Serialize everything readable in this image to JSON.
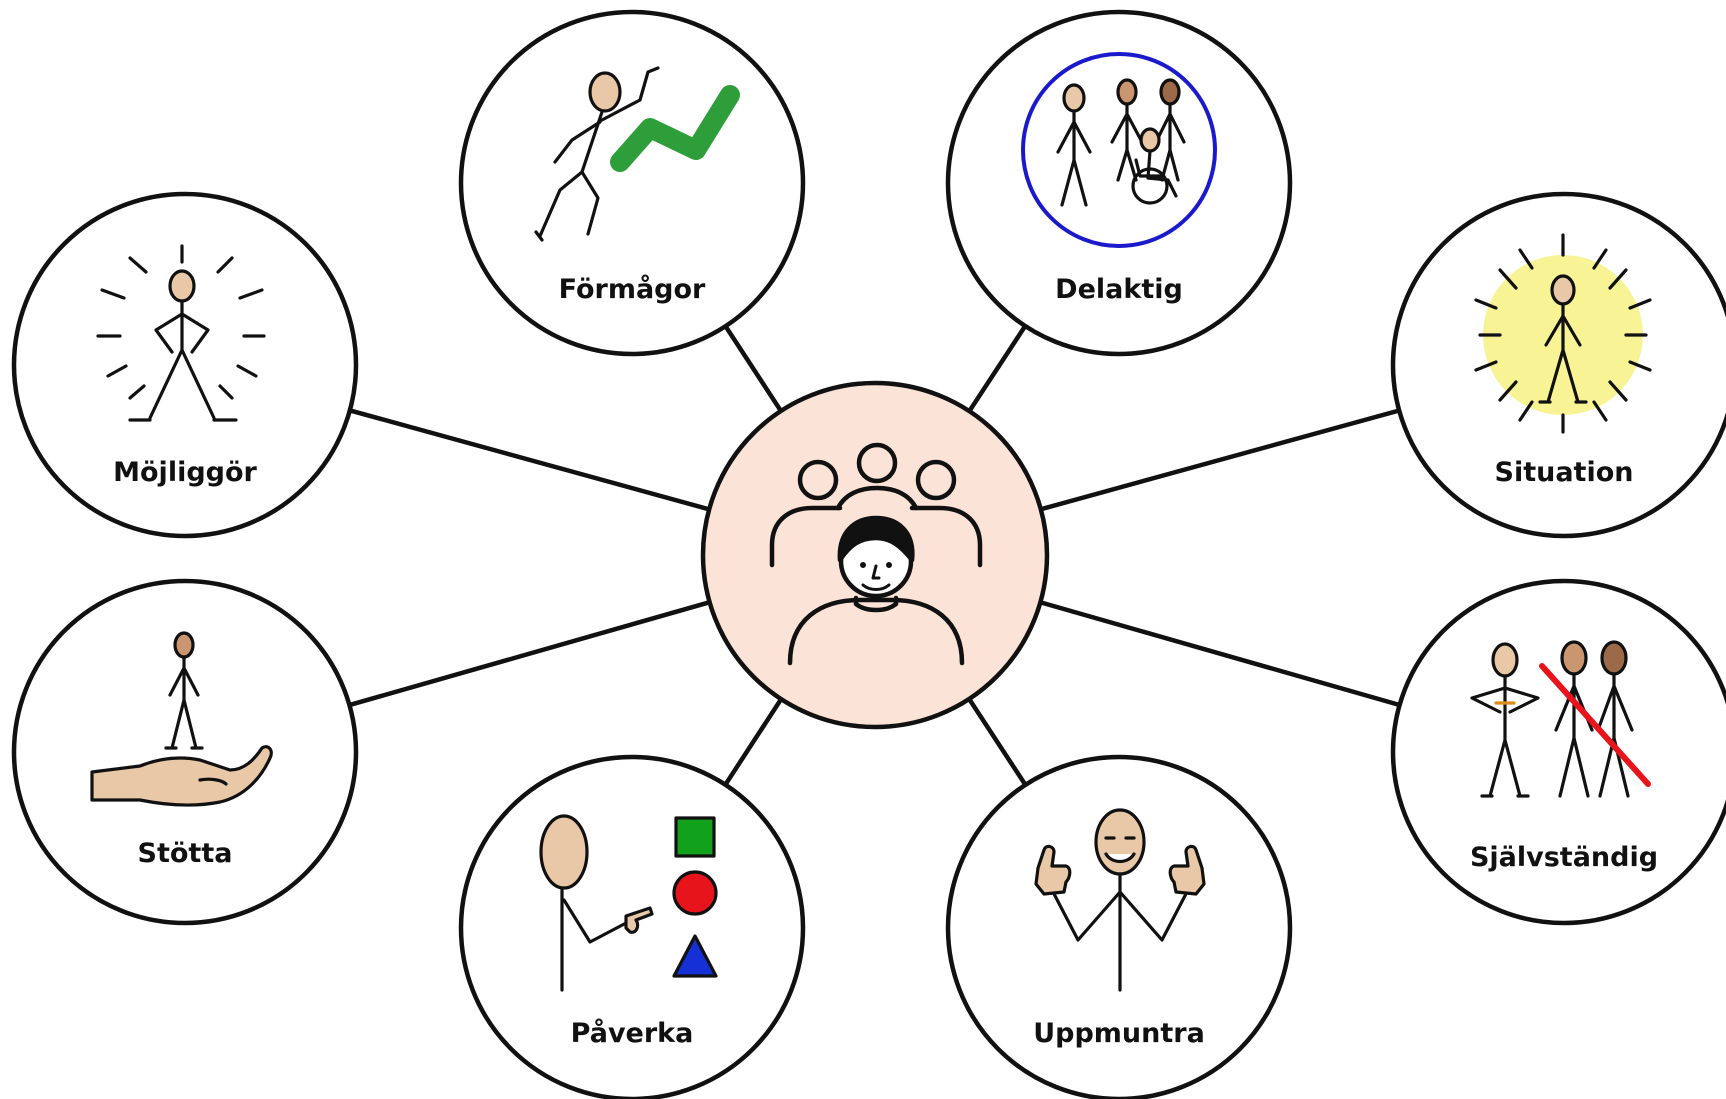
{
  "diagram": {
    "center": {
      "name": "group-with-person",
      "fill": "#fbe3d8"
    },
    "nodes": [
      {
        "id": "formagor",
        "label": "Förmågor",
        "icon": "running-figure-checkmark-icon"
      },
      {
        "id": "delaktig",
        "label": "Delaktig",
        "icon": "group-in-circle-icon"
      },
      {
        "id": "situation",
        "label": "Situation",
        "icon": "figure-in-sunlight-icon"
      },
      {
        "id": "sjalvstandig",
        "label": "Självständig",
        "icon": "figure-crossed-group-icon"
      },
      {
        "id": "uppmuntra",
        "label": "Uppmuntra",
        "icon": "thumbs-up-figure-icon"
      },
      {
        "id": "paverka",
        "label": "Påverka",
        "icon": "pointing-at-shapes-icon"
      },
      {
        "id": "stotta",
        "label": "Stötta",
        "icon": "figure-on-hand-icon"
      },
      {
        "id": "mojliggor",
        "label": "Möjliggör",
        "icon": "radiant-figure-icon"
      }
    ],
    "colors": {
      "center_fill": "#fbe3d8",
      "skin": "#e8c8a6",
      "checkmark": "#2e9e3a",
      "participation_ring": "#1a1acc",
      "sunlight": "#f7f28a",
      "red_cross": "#e8141b",
      "square": "#11a11a",
      "circle": "#e8141b",
      "triangle": "#1530d6"
    }
  }
}
